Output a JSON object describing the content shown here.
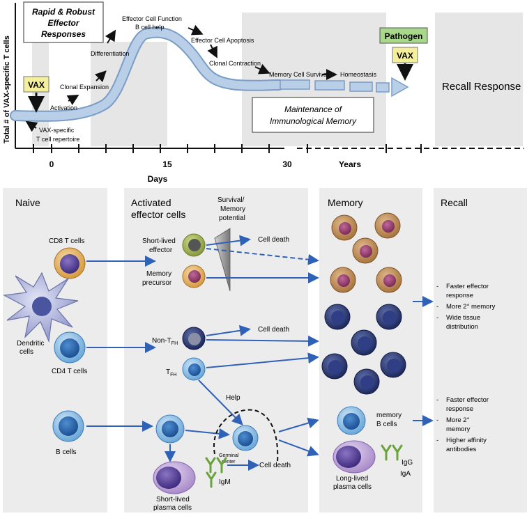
{
  "top_chart": {
    "y_axis_label": "Total # of VAX-specific T cells",
    "x_axis_label": "Days",
    "years_label": "Years",
    "x_ticks": [
      "0",
      "15",
      "30"
    ],
    "box_rapid": [
      "Rapid & Robust",
      "Effector",
      "Responses"
    ],
    "box_maintenance": [
      "Maintenance of",
      "Immunological Memory"
    ],
    "vax_label": "VAX",
    "pathogen_label": "Pathogen",
    "recall_response": "Recall Response",
    "stages": {
      "repertoire": [
        "VAX-specific",
        "T cell repertoire"
      ],
      "activation": "Activation",
      "clonal_expansion": "Clonal Expansion",
      "differentiation": "Differentiation",
      "effector_function": [
        "Effector Cell Function",
        "B cell help"
      ],
      "apoptosis": "Effector Cell Apoptosis",
      "clonal_contraction": "Clonal Contraction",
      "memory_survival": "Memory Cell Survival",
      "homeostasis": "Homeostasis"
    },
    "colors": {
      "curve": "#b9cfe8",
      "curve_stroke": "#7a9cc6",
      "vax_fill": "#f3ef9a",
      "pathogen_fill": "#a8d88a",
      "band": "#e6e6e6"
    }
  },
  "bottom": {
    "columns": {
      "naive": "Naive",
      "activated": [
        "Activated",
        "effector cells"
      ],
      "memory": "Memory",
      "recall": "Recall"
    },
    "naive": {
      "cd8": "CD8 T cells",
      "dendritic": [
        "Dendritic",
        "cells"
      ],
      "cd4": "CD4 T cells",
      "bcells": "B cells"
    },
    "activated": {
      "survival_potential": [
        "Survival/",
        "Memory",
        "potential"
      ],
      "short_lived_effector": [
        "Short-lived",
        "effector"
      ],
      "memory_precursor": [
        "Memory",
        "precursor"
      ],
      "non_tfh": "Non-T",
      "non_tfh_sub": "FH",
      "tfh": "T",
      "tfh_sub": "FH",
      "cell_death_1": "Cell death",
      "cell_death_2": "Cell death",
      "cell_death_3": "Cell death",
      "help": "Help",
      "germinal_center": [
        "Germinal",
        "center"
      ],
      "short_lived_plasma": [
        "Short-lived",
        "plasma cells"
      ],
      "igm": "IgM"
    },
    "memory": {
      "memory_b": [
        "memory",
        "B cells"
      ],
      "long_lived_plasma": [
        "Long-lived",
        "plasma cells"
      ],
      "igg": "IgG",
      "iga": "IgA"
    },
    "recall": {
      "t_list": [
        [
          "Faster effector",
          "response"
        ],
        [
          "More 2° memory"
        ],
        [
          "Wide tissue",
          "distribution"
        ]
      ],
      "b_list": [
        [
          "Faster effector",
          "response"
        ],
        [
          "More 2°",
          "memory"
        ],
        [
          "Higher affinity",
          "antibodies"
        ]
      ]
    }
  }
}
